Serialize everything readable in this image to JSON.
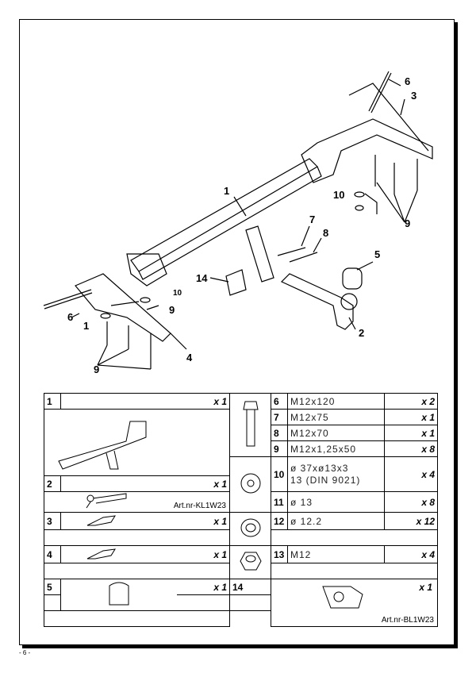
{
  "diagram": {
    "callouts": [
      "1",
      "2",
      "3",
      "4",
      "5",
      "6",
      "6",
      "7",
      "8",
      "9",
      "9",
      "10",
      "10",
      "1",
      "14"
    ]
  },
  "parts_left": [
    {
      "num": "1",
      "qty": "x 1"
    },
    {
      "num": "2",
      "qty": "x 1",
      "art": "Art.nr-KL1W23"
    },
    {
      "num": "3",
      "qty": "x 1"
    },
    {
      "num": "4",
      "qty": "x 1"
    },
    {
      "num": "5",
      "qty": "x 1"
    }
  ],
  "parts_right": [
    {
      "num": "6",
      "desc": "M12x120",
      "qty": "x 2"
    },
    {
      "num": "7",
      "desc": "M12x75",
      "qty": "x 1"
    },
    {
      "num": "8",
      "desc": "M12x70",
      "qty": "x 1"
    },
    {
      "num": "9",
      "desc": "M12x1,25x50",
      "qty": "x 8"
    },
    {
      "num": "10",
      "desc": "ø 37xø13x3",
      "desc2": "13  (DIN 9021)",
      "qty": "x 4"
    },
    {
      "num": "11",
      "desc": "ø 13",
      "qty": "x 8"
    },
    {
      "num": "12",
      "desc": "ø 12.2",
      "qty": "x 12"
    },
    {
      "num": "13",
      "desc": "M12",
      "qty": "x 4"
    },
    {
      "num": "14",
      "qty": "x 1",
      "art": "Art.nr-BL1W23"
    }
  ],
  "page_number": "- 6 -"
}
